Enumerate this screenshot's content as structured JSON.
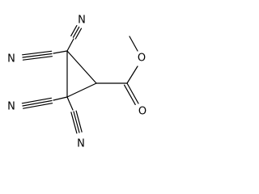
{
  "molecule": {
    "atoms": {
      "n1": "N",
      "n2": "N",
      "n3": "N",
      "n4": "N",
      "o_carbonyl": "O",
      "o_ester": "O"
    }
  }
}
